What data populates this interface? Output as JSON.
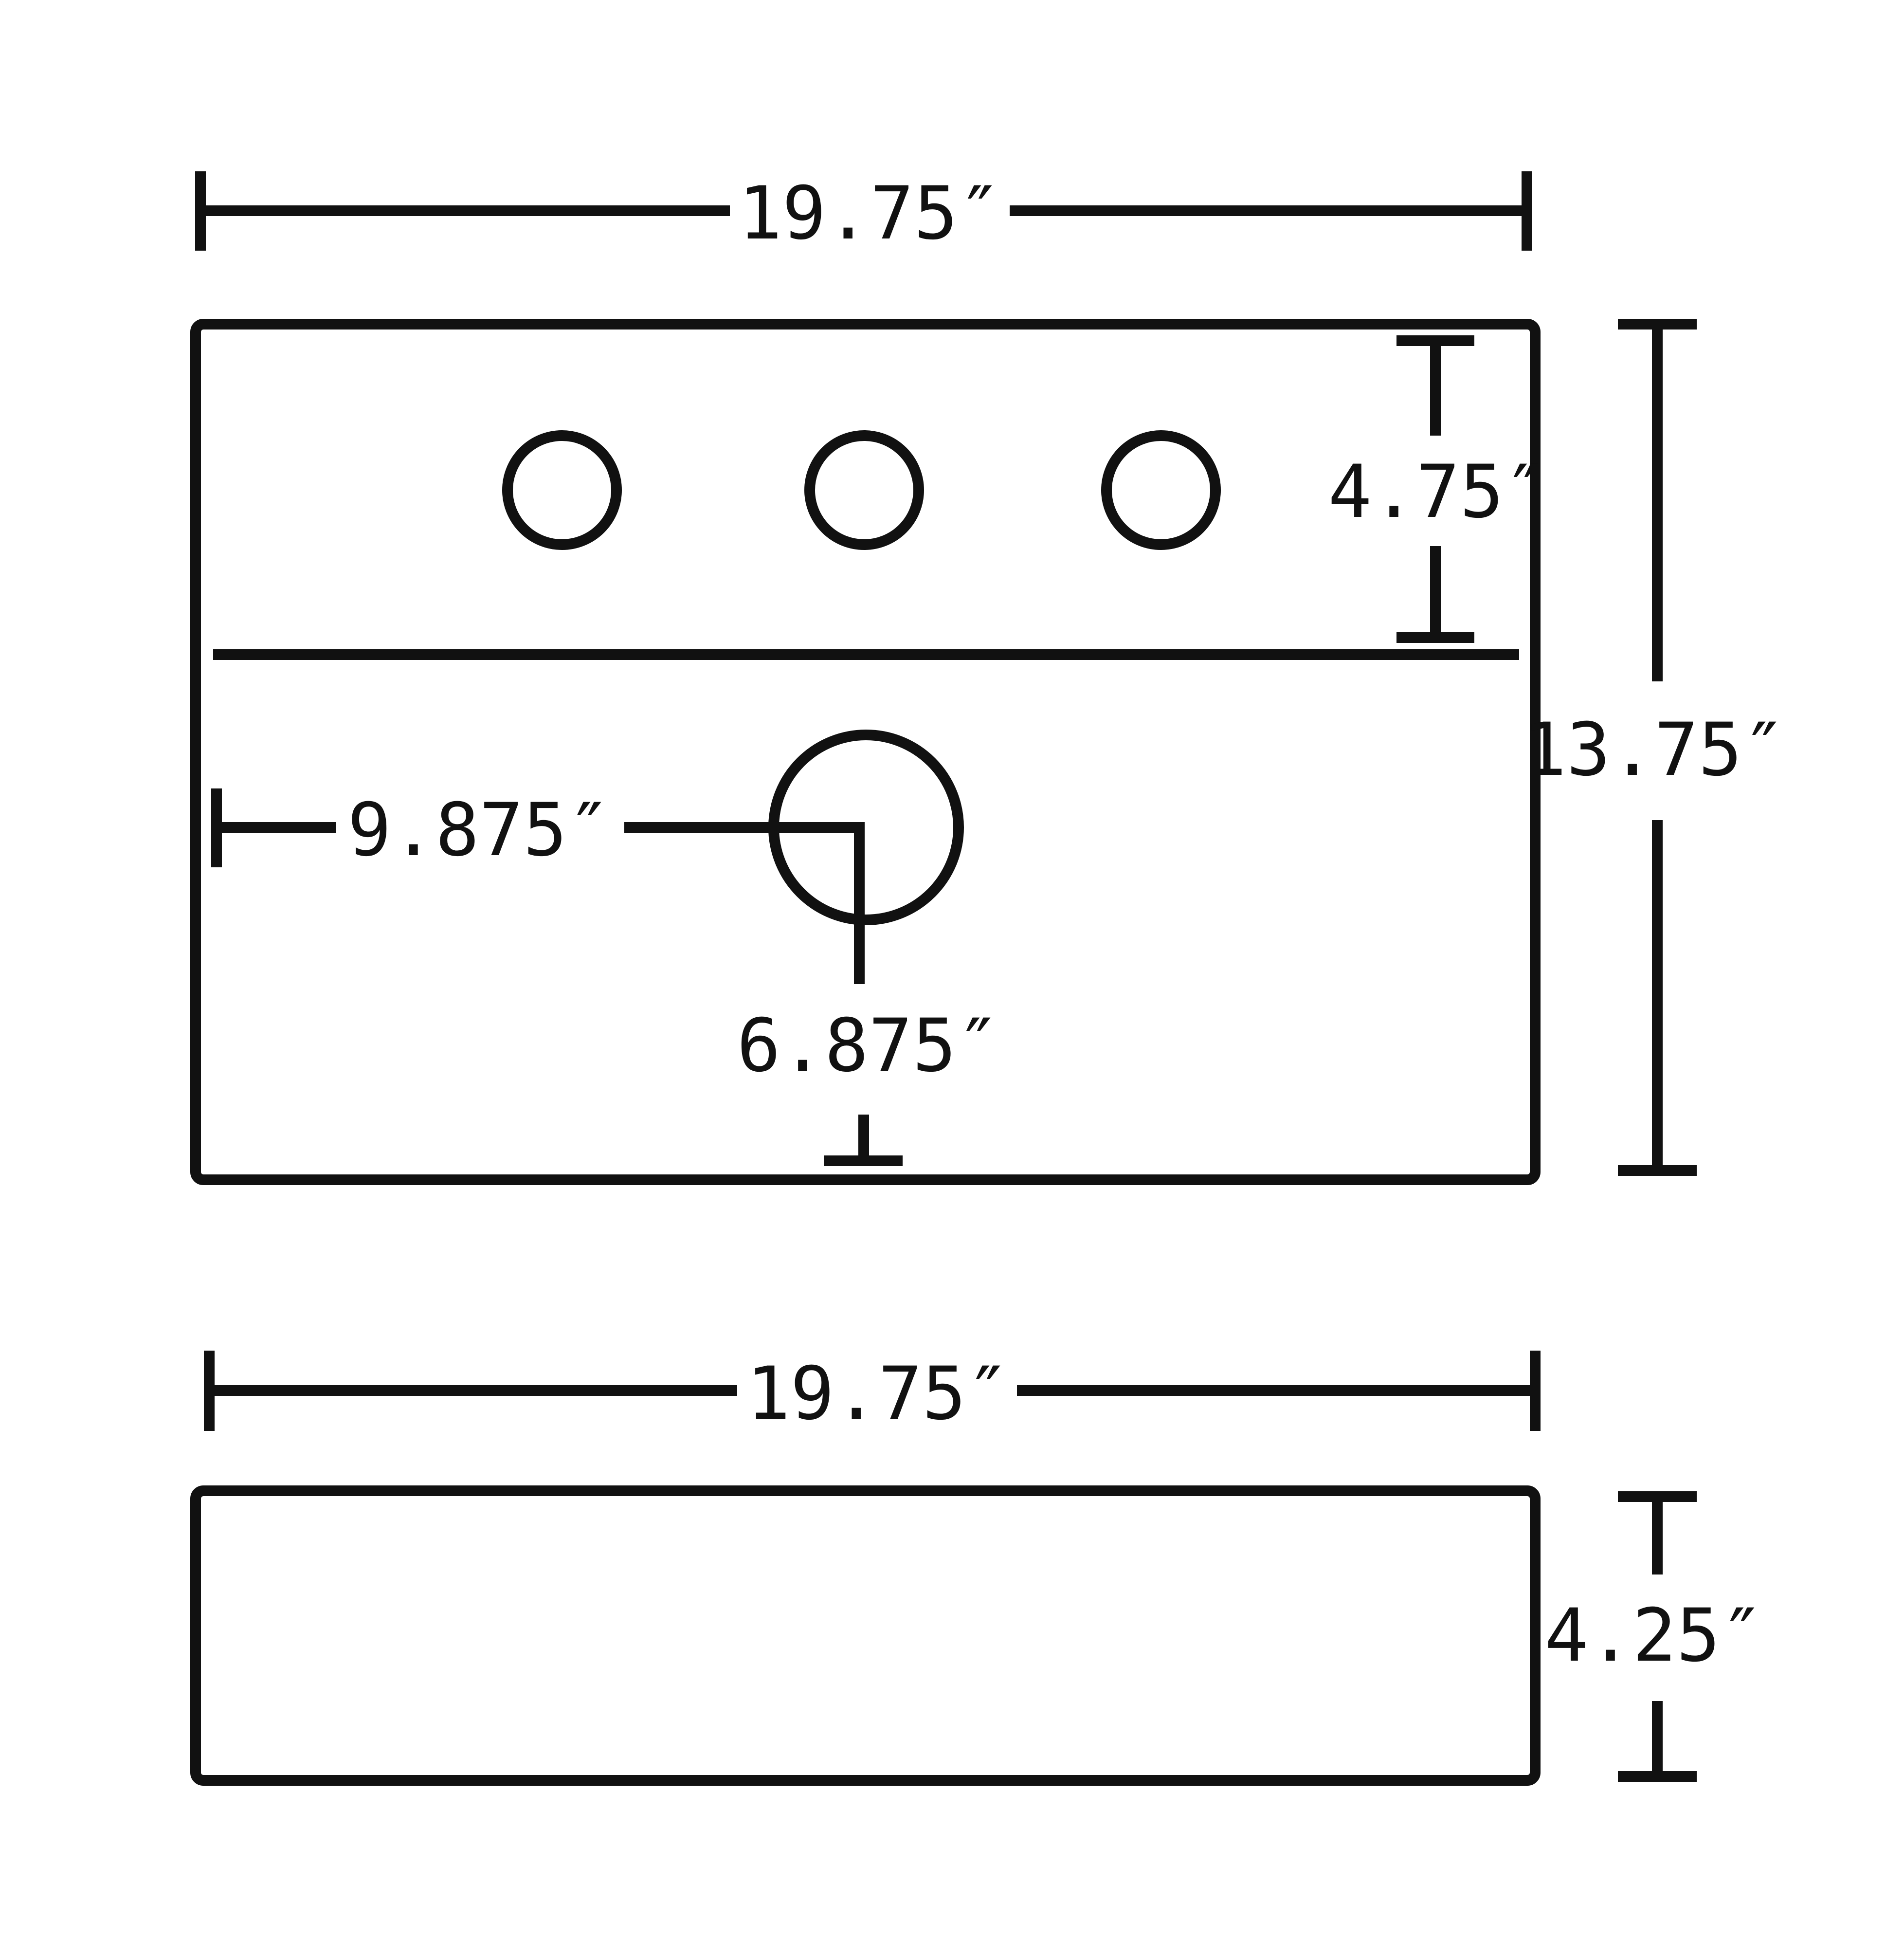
{
  "colors": {
    "line": "#111111",
    "background": "#ffffff"
  },
  "top_view": {
    "width_label": "19.75″",
    "depth_label": "13.75″",
    "faucet_zone_label": "4.75″",
    "drain_from_left_label": "9.875″",
    "drain_from_front_label": "6.875″"
  },
  "front_view": {
    "width_label": "19.75″",
    "height_label": "4.25″"
  }
}
